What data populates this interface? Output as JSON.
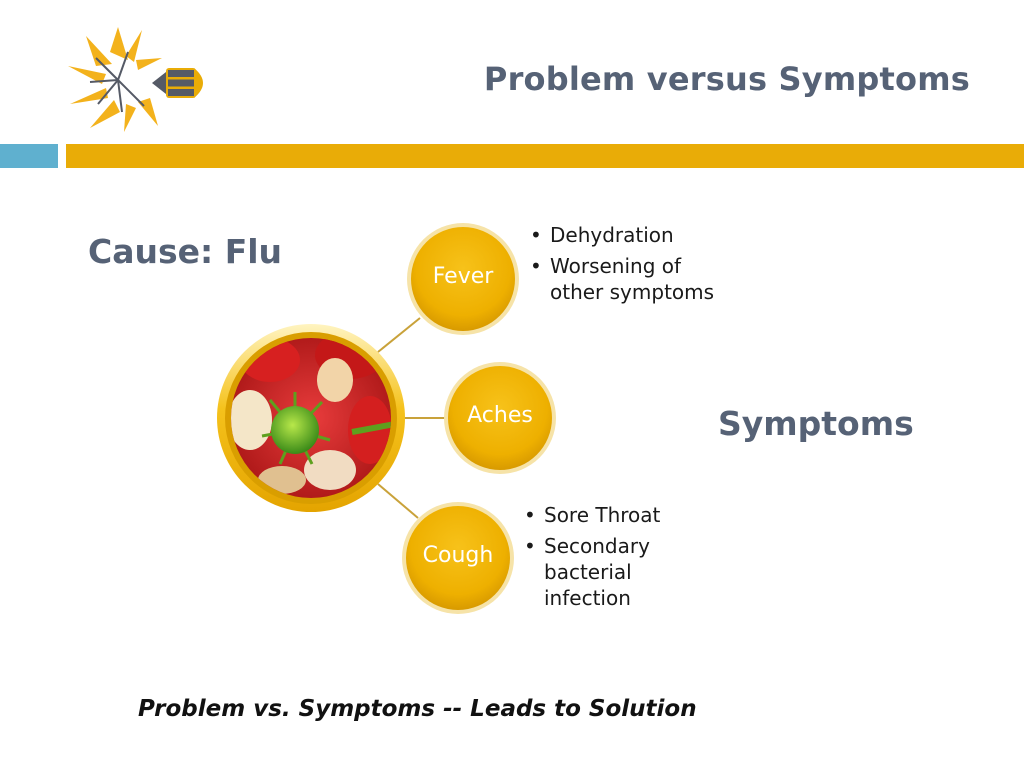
{
  "slide": {
    "title": "Problem versus Symptoms",
    "cause_label": "Cause: Flu",
    "symptoms_label": "Symptoms",
    "footer": "Problem vs. Symptoms -- Leads to Solution"
  },
  "diagram": {
    "center_image": "flu-virus-blood-cells-image",
    "nodes": [
      {
        "label": "Fever",
        "bullets": [
          "Dehydration",
          "Worsening of other symptoms"
        ]
      },
      {
        "label": "Aches",
        "bullets": []
      },
      {
        "label": "Cough",
        "bullets": [
          "Sore Throat",
          "Secondary bacterial infection"
        ]
      }
    ]
  },
  "colors": {
    "title_text": "#566276",
    "accent_gold": "#e9ac07",
    "accent_blue": "#5fb0cf",
    "node_gold": "#f2b800",
    "connector": "#c9a23a"
  },
  "icons": {
    "logo": "sunburst-pencil-logo-icon"
  }
}
